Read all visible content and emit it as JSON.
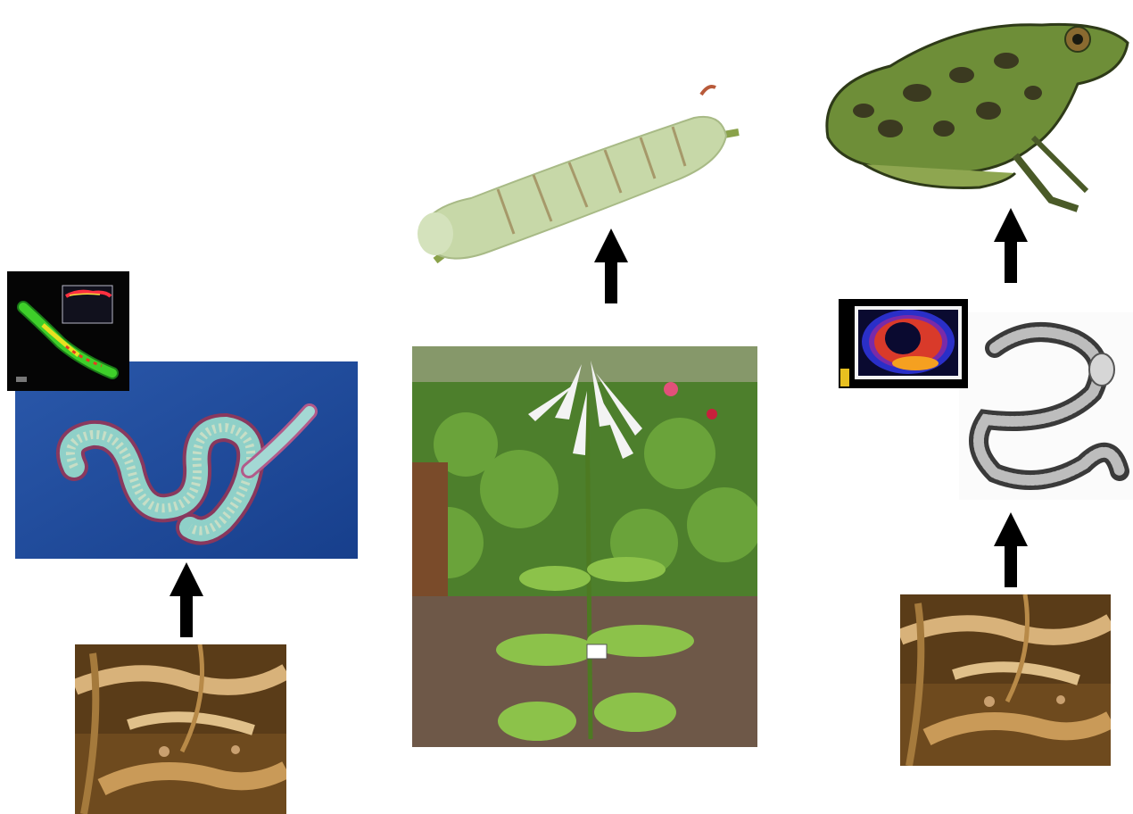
{
  "title": "",
  "columns": [
    {
      "id": "left",
      "chain": [
        "soil-roots",
        "nematode",
        "nematode-fluorescence-inset"
      ]
    },
    {
      "id": "center",
      "chain": [
        "tobacco-plant",
        "hornworm-caterpillar"
      ]
    },
    {
      "id": "right",
      "chain": [
        "soil-roots",
        "earthworm",
        "heatmap-inset",
        "leopard-frog"
      ]
    }
  ],
  "colors": {
    "arrow": "#000000",
    "nematode_bg": "#1f4fa0",
    "caterpillar": "#c9dcae",
    "frog_spots": "#3b3a20",
    "soil": "#8a6a34"
  }
}
